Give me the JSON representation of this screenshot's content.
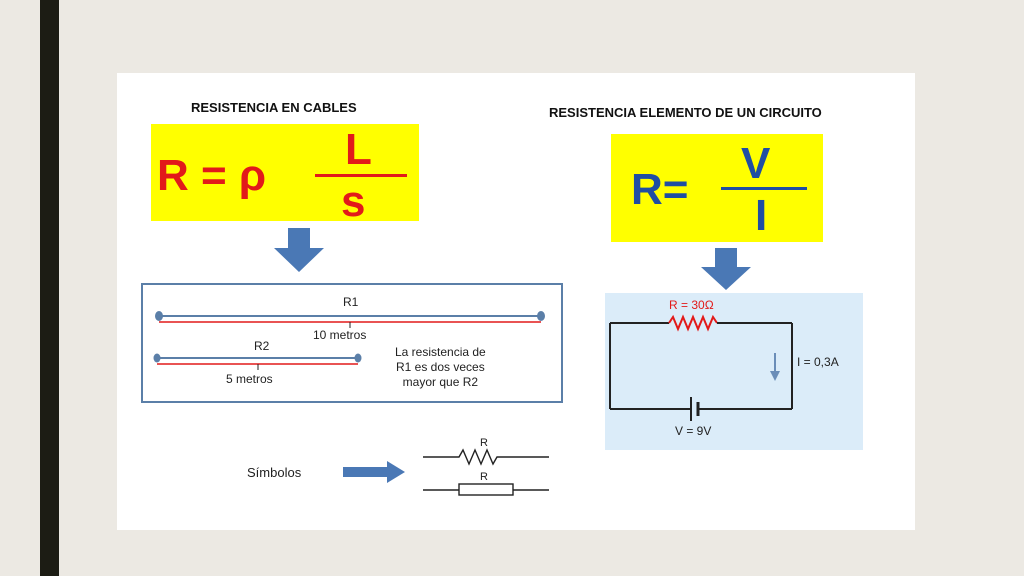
{
  "cables": {
    "heading": "RESISTENCIA EN CABLES",
    "formula": {
      "lhs": "R = ρ",
      "numerator": "L",
      "denominator": "s"
    },
    "wire1": {
      "label": "R1",
      "length": "10 metros"
    },
    "wire2": {
      "label": "R2",
      "length": "5 metros"
    },
    "note": [
      "La resistencia de",
      "R1 es dos veces",
      "mayor que R2"
    ]
  },
  "circuit": {
    "heading": "RESISTENCIA ELEMENTO DE UN CIRCUITO",
    "formula": {
      "lhs": "R=",
      "numerator": "V",
      "denominator": "I"
    },
    "resistor": "R = 30Ω",
    "current": "I = 0,3A",
    "voltage": "V = 9V"
  },
  "symbols": {
    "label": "Símbolos",
    "resistor1": "R",
    "resistor2": "R"
  },
  "colors": {
    "formula_bg": "#ffff00",
    "red": "#e21a1a",
    "blue": "#1f4ea3",
    "arrow": "#4a78b5",
    "circuit_bg": "#dbecf9"
  }
}
